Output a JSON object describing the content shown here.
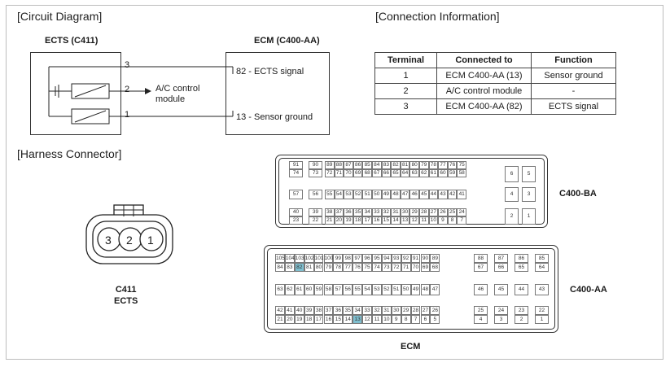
{
  "circuit": {
    "title": "[Circuit Diagram]",
    "ects_label": "ECTS (C411)",
    "ecm_label": "ECM (C400-AA)",
    "pins_left": [
      "3",
      "2",
      "1"
    ],
    "ac_label": "A/C control\nmodule",
    "ecm_pins": [
      "82 - ECTS signal",
      "13 - Sensor ground"
    ]
  },
  "connection": {
    "title": "[Connection Information]",
    "headers": [
      "Terminal",
      "Connected to",
      "Function"
    ],
    "rows": [
      [
        "1",
        "ECM C400-AA (13)",
        "Sensor ground"
      ],
      [
        "2",
        "A/C control module",
        "-"
      ],
      [
        "3",
        "ECM C400-AA (82)",
        "ECTS signal"
      ]
    ]
  },
  "harness": {
    "title": "[Harness Connector]",
    "c411_pins": [
      "3",
      "2",
      "1"
    ],
    "c411_label": "C411\nECTS",
    "c400ba_label": "C400-BA",
    "c400aa_label": "C400-AA",
    "ecm_label": "ECM",
    "highlight_pins": [
      "82",
      "13"
    ],
    "highlight_color": "#7fbfcf"
  }
}
